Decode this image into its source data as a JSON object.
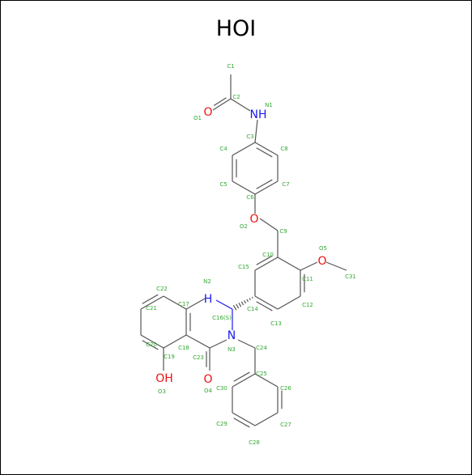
{
  "title": "HOI",
  "colors": {
    "bond": "#555555",
    "atom_label": "#33aa33",
    "nitrogen": "#1a1aee",
    "oxygen": "#ee1111"
  },
  "hetero_atoms": [
    {
      "key": "o1",
      "text": "O"
    },
    {
      "key": "n1",
      "text": "NH"
    },
    {
      "key": "o2",
      "text": "O"
    },
    {
      "key": "o5",
      "text": "O"
    },
    {
      "key": "n2",
      "text": "H"
    },
    {
      "key": "n2b",
      "text": "N"
    },
    {
      "key": "n3",
      "text": "N"
    },
    {
      "key": "o4",
      "text": "O"
    },
    {
      "key": "o3",
      "text": "OH"
    }
  ],
  "atom_labels": [
    "C1",
    "C2",
    "O1",
    "N1",
    "C3",
    "C4",
    "C8",
    "C5",
    "C7",
    "C6",
    "O2",
    "C9",
    "O5",
    "C10",
    "C15",
    "C11",
    "C31",
    "C12",
    "C13",
    "C14",
    "N2",
    "C22",
    "C17",
    "C21",
    "C16(S)",
    "C18",
    "C20",
    "C19",
    "C23",
    "N3",
    "C24",
    "C25",
    "O3",
    "O4",
    "C30",
    "C26",
    "C29",
    "C27",
    "C28"
  ]
}
